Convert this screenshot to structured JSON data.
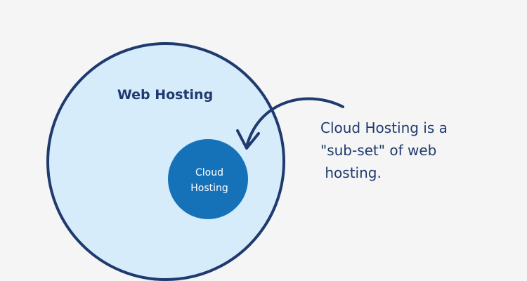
{
  "diagram": {
    "outer_label": "Web Hosting",
    "inner_label_lines": [
      "Cloud",
      "Hosting"
    ],
    "caption_lines": [
      "Cloud Hosting is a",
      "\"sub-set\" of web",
      " hosting."
    ],
    "colors": {
      "background": "#f5f5f5",
      "outer_fill": "#d6ecfb",
      "outer_stroke": "#1f3a6e",
      "inner_fill": "#1572b8",
      "arrow": "#1f3a6e",
      "text": "#1f3a6e"
    }
  }
}
